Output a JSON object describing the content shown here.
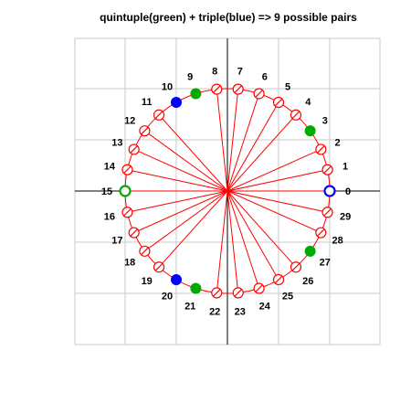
{
  "title": "quintuple(green)  + triple(blue) => 9 possible pairs",
  "colors": {
    "grid": "#c8c8c8",
    "axes": "#000000",
    "circle": "#ff0000",
    "green": "#00aa00",
    "blue": "#0000ff"
  },
  "diagram": {
    "n_points": 30,
    "labels": [
      "0",
      "1",
      "2",
      "3",
      "4",
      "5",
      "6",
      "7",
      "8",
      "9",
      "10",
      "11",
      "12",
      "13",
      "14",
      "15",
      "16",
      "17",
      "18",
      "19",
      "20",
      "21",
      "22",
      "23",
      "24",
      "25",
      "26",
      "27",
      "28",
      "29"
    ],
    "green_filled": [
      3,
      9,
      21,
      27
    ],
    "green_open": [
      15
    ],
    "blue_filled": [
      10,
      20
    ],
    "blue_open": [
      0
    ],
    "spokes": [
      0,
      1,
      2,
      4,
      5,
      6,
      7,
      8,
      11,
      12,
      13,
      14,
      15,
      16,
      17,
      18,
      19,
      22,
      23,
      24,
      25,
      26,
      28,
      29
    ]
  }
}
